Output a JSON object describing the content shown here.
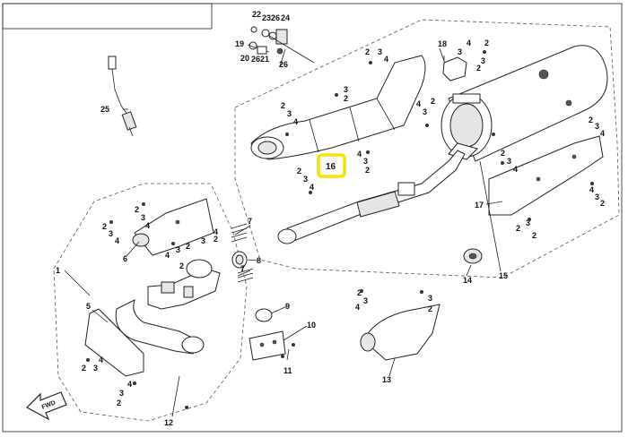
{
  "diagram": {
    "highlight_color": "#f2e300",
    "highlighted_part": "16",
    "fwd_label": "FWD",
    "callouts": [
      {
        "id": "c1",
        "text": "1"
      },
      {
        "id": "c2a",
        "text": "2"
      },
      {
        "id": "c3a",
        "text": "3"
      },
      {
        "id": "c4a",
        "text": "4"
      },
      {
        "id": "c5",
        "text": "5"
      },
      {
        "id": "c6",
        "text": "6"
      },
      {
        "id": "c7a",
        "text": "7"
      },
      {
        "id": "c7b",
        "text": "7"
      },
      {
        "id": "c8",
        "text": "8"
      },
      {
        "id": "c9",
        "text": "9"
      },
      {
        "id": "c10",
        "text": "10"
      },
      {
        "id": "c11",
        "text": "11"
      },
      {
        "id": "c12",
        "text": "12"
      },
      {
        "id": "c13",
        "text": "13"
      },
      {
        "id": "c14",
        "text": "14"
      },
      {
        "id": "c15",
        "text": "15"
      },
      {
        "id": "c16",
        "text": "16"
      },
      {
        "id": "c17",
        "text": "17"
      },
      {
        "id": "c18",
        "text": "18"
      },
      {
        "id": "c19",
        "text": "19"
      },
      {
        "id": "c20",
        "text": "20"
      },
      {
        "id": "c21",
        "text": "21"
      },
      {
        "id": "c22",
        "text": "22"
      },
      {
        "id": "c23",
        "text": "23"
      },
      {
        "id": "c24",
        "text": "24"
      },
      {
        "id": "c25",
        "text": "25"
      },
      {
        "id": "c26a",
        "text": "26"
      },
      {
        "id": "c26b",
        "text": "26"
      }
    ],
    "hardware": {
      "two": "2",
      "three": "3",
      "four": "4"
    }
  }
}
